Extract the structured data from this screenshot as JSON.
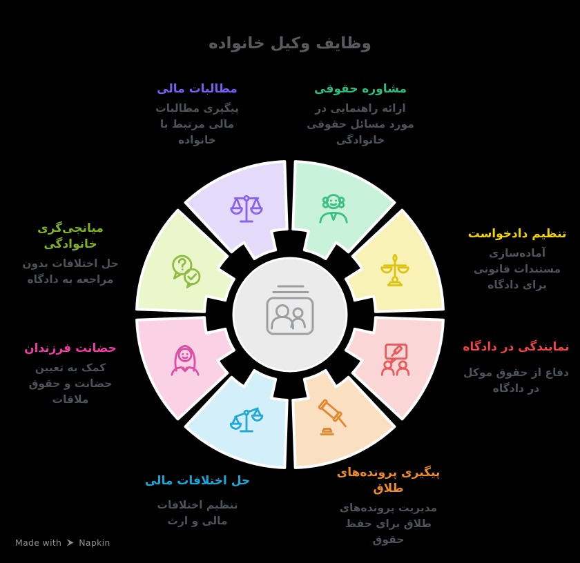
{
  "background": "#000000",
  "title": "وظایف وکیل خانواده",
  "title_color": "#595a5e",
  "desc_color": "#4d535a",
  "center": {
    "fill": "#ebebeb",
    "stroke": "#ffffff",
    "icon": "family-id-card",
    "icon_color": "#9c9ea0"
  },
  "watermark": {
    "prefix": "Made with",
    "brand": "Napkin",
    "color": "#8f9094"
  },
  "segments": [
    {
      "key": "legal-consultation",
      "label": "مشاوره حقوقی",
      "desc": "ارائه راهنمایی در\nمورد مسائل حقوقی\nخانوادگی",
      "label_color": "#2dbc7c",
      "fill": "#c9f2da",
      "icon": "female-judge",
      "icon_color": "#3cbf82"
    },
    {
      "key": "petition-drafting",
      "label": "تنظیم دادخواست",
      "desc": "آماده‌سازی\nمستندات قانونی\nبرای دادگاه",
      "label_color": "#f0d400",
      "fill": "#f9f2b6",
      "icon": "scales-standing",
      "icon_color": "#ddc411"
    },
    {
      "key": "court-representation",
      "label": "نمایندگی در دادگاه",
      "desc": "دفاع از حقوق موکل\nدر دادگاه",
      "label_color": "#ee4445",
      "fill": "#fad6d6",
      "icon": "verdict-discussion",
      "icon_color": "#e65b5b"
    },
    {
      "key": "divorce-case-followup",
      "label": "پیگیری پرونده‌های\nطلاق",
      "desc": "مدیریت پرونده‌های\nطلاق برای حفظ\nحقوق",
      "label_color": "#ee8c2a",
      "fill": "#fadfc1",
      "icon": "gavel",
      "icon_color": "#e2882f"
    },
    {
      "key": "financial-disputes",
      "label": "حل اختلافات مالی",
      "desc": "تنظیم اختلافات\nمالی و ارث",
      "label_color": "#16aade",
      "fill": "#d2effa",
      "icon": "scales-tilted",
      "icon_color": "#25a8d4"
    },
    {
      "key": "child-custody",
      "label": "حضانت فرزندان",
      "desc": "کمک به تعیین\nحضانت و حقوق\nملاقات",
      "label_color": "#f03ba9",
      "fill": "#fad1e5",
      "icon": "woman",
      "icon_color": "#db4fa4"
    },
    {
      "key": "family-mediation",
      "label": "میانجی‌گری\nخانوادگی",
      "desc": "حل اختلافات بدون\nمراجعه به دادگاه",
      "label_color": "#7fb320",
      "fill": "#ebf6ca",
      "icon": "question-check-bubbles",
      "icon_color": "#8fbc44"
    },
    {
      "key": "financial-claims",
      "label": "مطالبات مالی",
      "desc": "پیگیری مطالبات\nمالی مرتبط با\nخانواده",
      "label_color": "#7b5cf5",
      "fill": "#e4dbfa",
      "icon": "scales-balanced",
      "icon_color": "#8a63e8"
    }
  ]
}
